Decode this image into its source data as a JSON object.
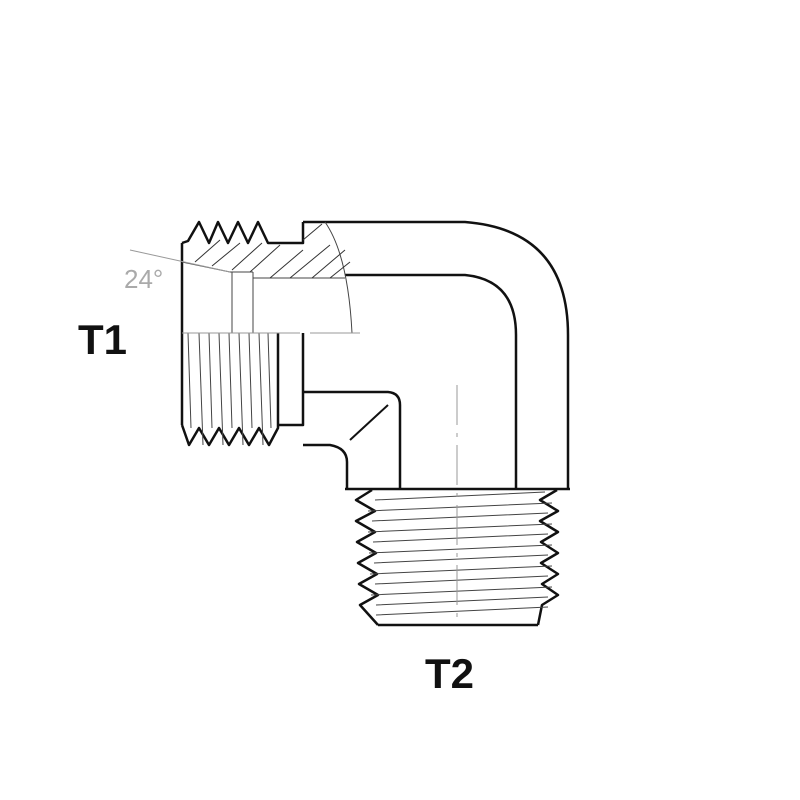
{
  "labels": {
    "port1": "T1",
    "port2": "T2",
    "cone_angle": "24°"
  },
  "colors": {
    "outline": "#111111",
    "hatch": "#333333",
    "annotation": "#aaaaaa"
  }
}
